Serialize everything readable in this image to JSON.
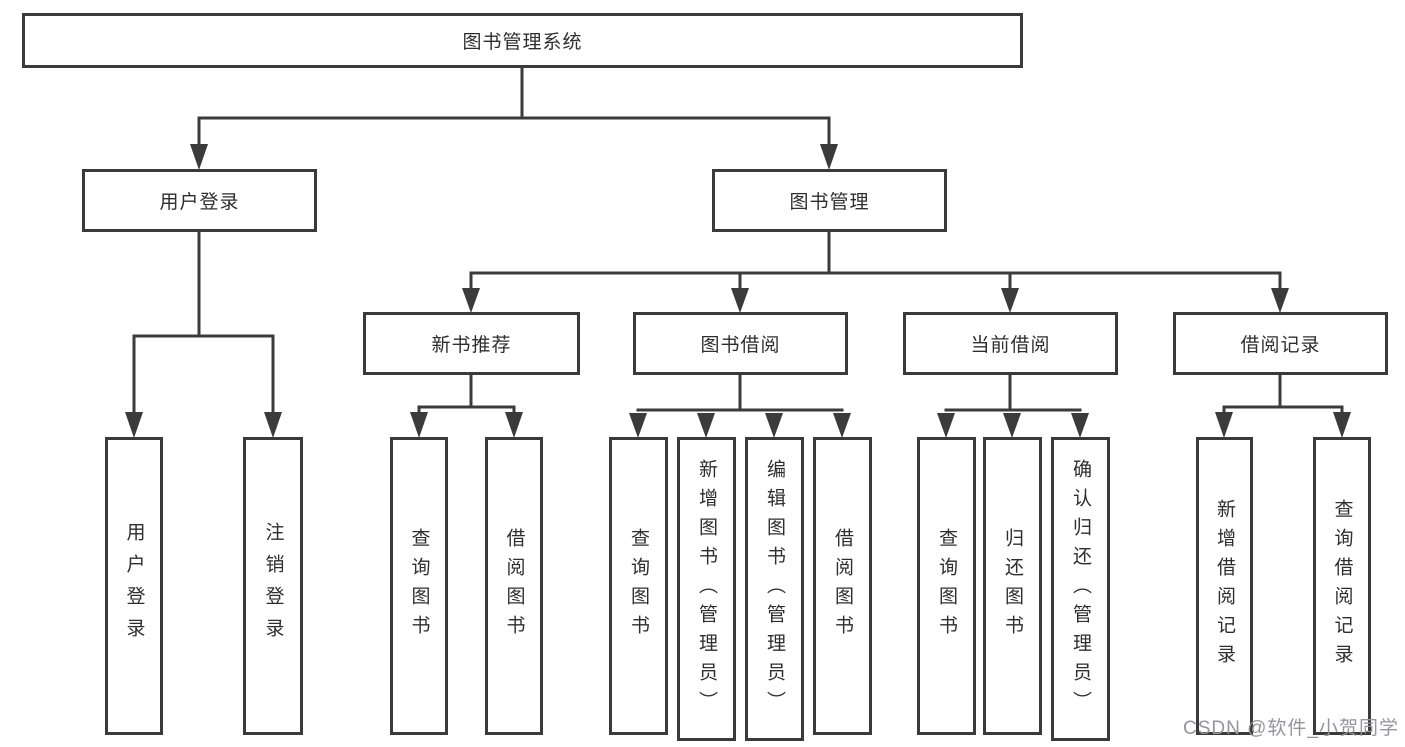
{
  "tree": {
    "label": "图书管理系统",
    "children": [
      {
        "label": "用户登录",
        "children": [
          {
            "label": "用户登录"
          },
          {
            "label": "注销登录"
          }
        ]
      },
      {
        "label": "图书管理",
        "children": [
          {
            "label": "新书推荐",
            "children": [
              {
                "label": "查询图书"
              },
              {
                "label": "借阅图书"
              }
            ]
          },
          {
            "label": "图书借阅",
            "children": [
              {
                "label": "查询图书"
              },
              {
                "label": "新增图书（管理员）"
              },
              {
                "label": "编辑图书（管理员）"
              },
              {
                "label": "借阅图书"
              }
            ]
          },
          {
            "label": "当前借阅",
            "children": [
              {
                "label": "查询图书"
              },
              {
                "label": "归还图书"
              },
              {
                "label": "确认归还（管理员）"
              }
            ]
          },
          {
            "label": "借阅记录",
            "children": [
              {
                "label": "新增借阅记录"
              },
              {
                "label": "查询借阅记录"
              }
            ]
          }
        ]
      }
    ]
  },
  "watermark": {
    "text": "CSDN @软件_小贺同学"
  },
  "colors": {
    "line": "#3b3b3b",
    "border": "#3a3a3a",
    "text": "#2e2e2e",
    "watermark": "#95959d",
    "bg": "#ffffff"
  }
}
